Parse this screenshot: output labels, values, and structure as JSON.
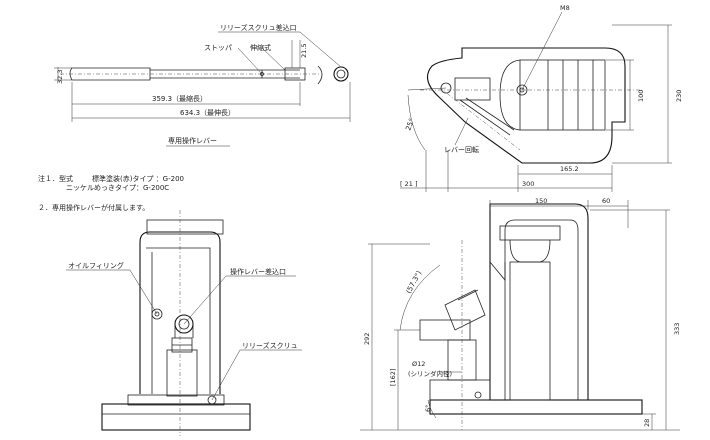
{
  "labels": {
    "release_screw_port": "リリーズスクリュ差込口",
    "stopper": "ストッパ",
    "telescopic": "伸縮式",
    "lever_caption": "専用操作レバー",
    "m8": "M8",
    "lever_rotation": "レバー回転",
    "oil_filling": "オイルフィリング",
    "lever_port": "操作レバー差込口",
    "release_screw": "リリーズスクリュ",
    "cylinder_dia": "Ø12",
    "cylinder_inner": "(シリンダ内径)"
  },
  "notes": {
    "note1_prefix": "注１．型式",
    "note1_a": "標準塗装(赤)タイプ ：G-200",
    "note1_b": "ニッケルめっきタイプ：G-200C",
    "note2": "２．専用操作レバーが付属します。"
  },
  "dims": {
    "d32_3": "32.3",
    "d21_5": "21.5",
    "d359_3": "359.3（最縮長）",
    "d634_3": "634.3（最伸長）",
    "d100": "100",
    "d230": "230",
    "d25deg": "25°",
    "d165_2": "165.2",
    "d21": "[ 21 ]",
    "d300": "300",
    "d150": "150",
    "d60": "60",
    "d57_3": "(57.3°)",
    "d292": "292",
    "d333": "333",
    "d162": "[162]",
    "d6deg": "6°",
    "d28": "28"
  }
}
